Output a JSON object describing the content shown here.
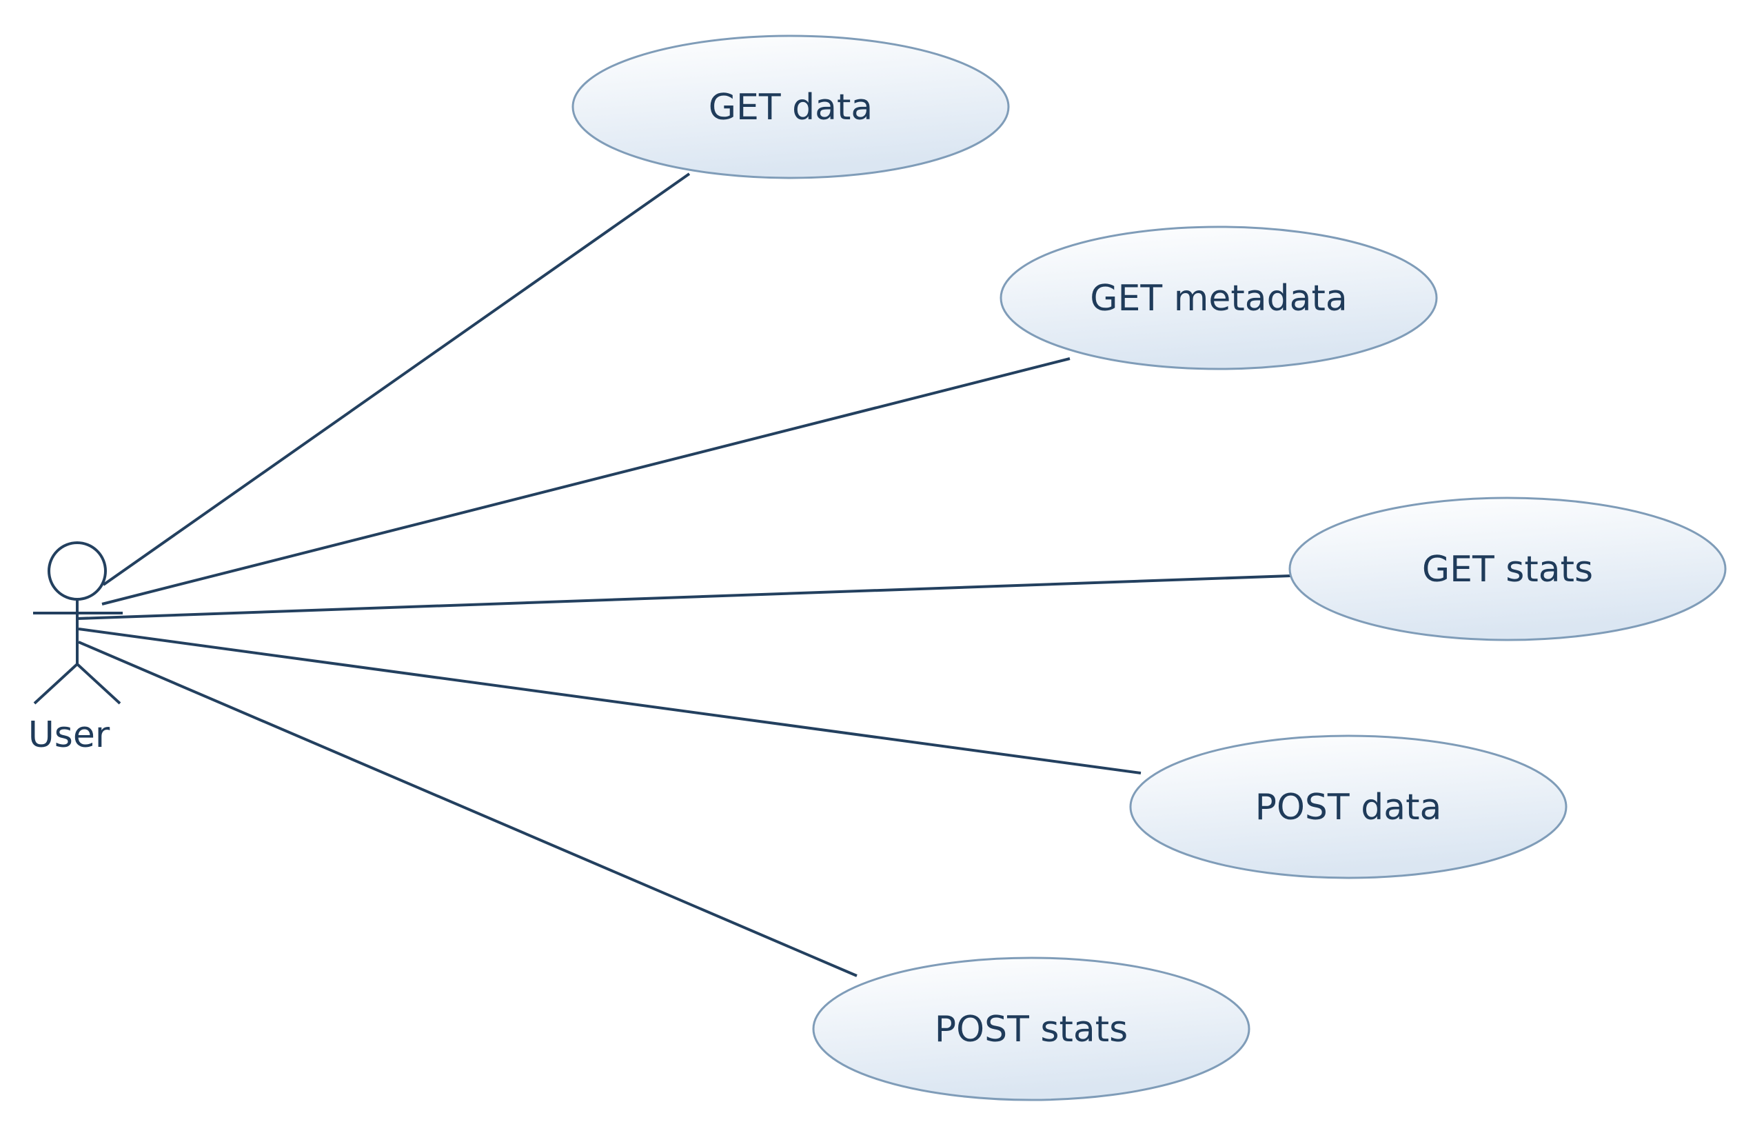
{
  "diagram": {
    "type": "use-case",
    "actor": {
      "label": "User"
    },
    "use_cases": [
      {
        "id": "get-data",
        "label": "GET data"
      },
      {
        "id": "get-metadata",
        "label": "GET metadata"
      },
      {
        "id": "get-stats",
        "label": "GET stats"
      },
      {
        "id": "post-data",
        "label": "POST data"
      },
      {
        "id": "post-stats",
        "label": "POST stats"
      }
    ],
    "associations": [
      {
        "from": "actor",
        "to": "get-data"
      },
      {
        "from": "actor",
        "to": "get-metadata"
      },
      {
        "from": "actor",
        "to": "get-stats"
      },
      {
        "from": "actor",
        "to": "post-data"
      },
      {
        "from": "actor",
        "to": "post-stats"
      }
    ],
    "colors": {
      "line": "#23405f",
      "text": "#1f3b5a",
      "ellipse_fill_top": "#ffffff",
      "ellipse_fill_bottom": "#dbe6f2",
      "ellipse_stroke": "#7f9cb8"
    }
  }
}
